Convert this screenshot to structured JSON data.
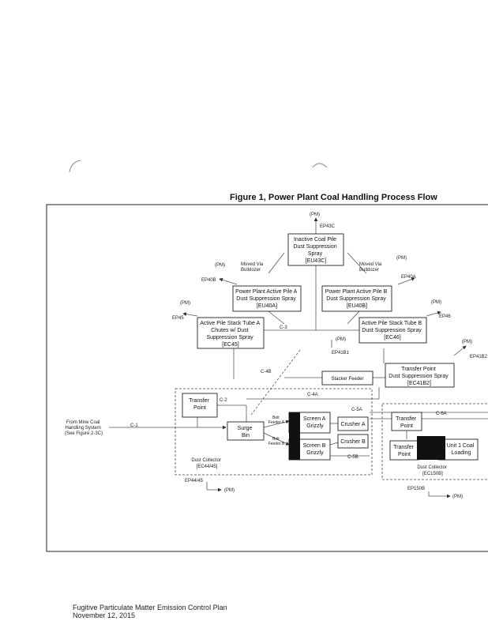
{
  "figure": {
    "title": "Figure 1, Power Plant Coal Handling Process Flow"
  },
  "footer": {
    "line1": "Fugitive Particulate Matter Emission Control Plan",
    "line2": "November 12, 2015"
  },
  "diagram": {
    "boxes": {
      "inactive_pile": [
        "Inactive Coal Pile",
        "Dust Suppression",
        "Spray",
        "[EU43C]"
      ],
      "active_pile_a": [
        "Power Plant Active Pile A",
        "Dust Suppression Spray",
        "[EU40A]"
      ],
      "active_pile_b": [
        "Power Plant Active Pile B",
        "Dust Suppression Spray",
        "[EU40B]"
      ],
      "stack_tube_a": [
        "Active Pile Stack Tube A",
        "Chutes w/ Dust",
        "Suppression Spray",
        "[EC45]"
      ],
      "stack_tube_b": [
        "Active Pile Stack Tube B",
        "Dust Suppression Spray",
        "[EC46]"
      ],
      "transfer_spray": [
        "Transfer Point",
        "Dust Suppression Spray",
        "[EC41B2]"
      ],
      "transfer_left": [
        "Transfer",
        "Point"
      ],
      "surge_bin": [
        "Surge",
        "Bin"
      ],
      "screen_a": [
        "Screen A",
        "Grizzly"
      ],
      "screen_b": [
        "Screen B",
        "Grizzly"
      ],
      "crusher_a": [
        "Crusher A"
      ],
      "crusher_b": [
        "Crusher B"
      ],
      "transfer_right_1": [
        "Transfer",
        "Point"
      ],
      "transfer_right_2": [
        "Transfer",
        "Point"
      ],
      "unit_coal": [
        "Unit 1 Coal",
        "Loading"
      ],
      "stacker_feeder": [
        "Stacker Feeder"
      ]
    },
    "labels": {
      "pm_top": "(PM)",
      "ep43c": "EP43C",
      "pm_left": "(PM)",
      "ep40b": "EP40B",
      "pm_right": "(PM)",
      "ep40a": "EP40A",
      "moved_left": [
        "Moved Via",
        "Bulldozer"
      ],
      "moved_right": [
        "Moved Via",
        "Bulldozer"
      ],
      "pm_left2": "(PM)",
      "ep45": "EP45",
      "pm_right2": "(PM)",
      "ep46": "EP46",
      "c3": "C-3",
      "pm_mid": "(PM)",
      "ep41b1": "EP41B1",
      "pm_far_right": "(PM)",
      "ep41b2": "EP41B2",
      "c4b": "C-4B",
      "c4a": "C-4A",
      "c2": "C-2",
      "c1": "C-1",
      "from_mine": [
        "From Mine Coal",
        "Handling System",
        "(See Figure 2-3C)"
      ],
      "belt_a": [
        "Belt",
        "Feeder A"
      ],
      "belt_b": [
        "Belt",
        "Feeder B"
      ],
      "c5a": "C-5A",
      "c5b": "C-5B",
      "c6a": "C-6A",
      "dust_collector_left": [
        "Dust Collector",
        "[EC44/45]"
      ],
      "ep44_45": "EP44/45",
      "pm_bottom_left": "(PM)",
      "dust_collector_right": [
        "Dust Collector",
        "[EC150B]"
      ],
      "ep150b": "EP150B",
      "pm_bottom_right": "(PM)"
    }
  }
}
